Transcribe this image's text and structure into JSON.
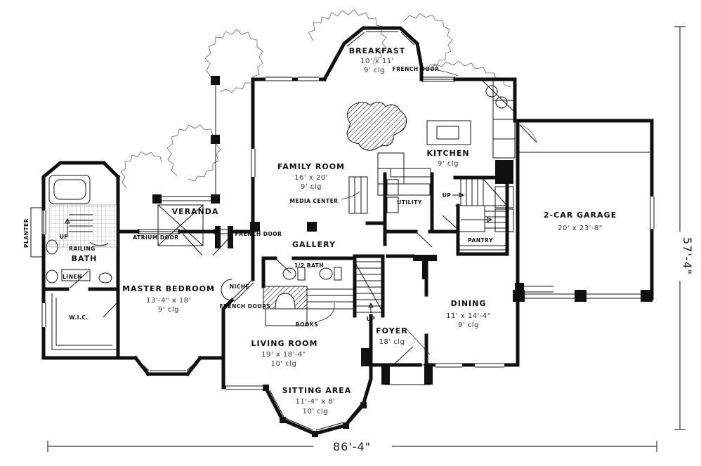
{
  "plan": {
    "rooms": {
      "breakfast": {
        "name": "BREAKFAST",
        "size": "10' x 11'",
        "clg": "9' clg"
      },
      "kitchen": {
        "name": "KITCHEN",
        "clg": "9' clg"
      },
      "family_room": {
        "name": "FAMILY ROOM",
        "size": "16' x 20'",
        "clg": "9' clg"
      },
      "garage": {
        "name": "2-CAR GARAGE",
        "size": "20' x 23'-8\""
      },
      "veranda": {
        "name": "VERANDA"
      },
      "gallery": {
        "name": "GALLERY"
      },
      "utility": {
        "name": "UTILITY"
      },
      "pantry": {
        "name": "PANTRY"
      },
      "bath": {
        "name": "BATH"
      },
      "half_bath": {
        "name": "1/2 BATH"
      },
      "master_bedroom": {
        "name": "MASTER BEDROOM",
        "size": "13'-4\" x 18'",
        "clg": "9' clg"
      },
      "wic": {
        "name": "W.I.C."
      },
      "dining": {
        "name": "DINING",
        "size": "11' x 14'-4\"",
        "clg": "9' clg"
      },
      "foyer": {
        "name": "FOYER",
        "clg": "18' clg"
      },
      "living_room": {
        "name": "LIVING ROOM",
        "size": "19' x 18'-4\"",
        "clg": "10' clg"
      },
      "sitting_area": {
        "name": "SITTING AREA",
        "size": "11'-4\" x 8'",
        "clg": "10' clg"
      }
    },
    "labels": {
      "french_door": "FRENCH DOOR",
      "french_doors": "FRENCH DOORS",
      "atrium_door": "ATRIUM DOOR",
      "media_center": "MEDIA CENTER",
      "niche": "NICHE",
      "books": "BOOKS",
      "planter": "PLANTER",
      "railing": "RAILING",
      "linen": "LINEN",
      "up": "UP"
    },
    "dimensions": {
      "width": "86'-4\"",
      "depth": "57'-4\""
    },
    "ink_color": "#101010"
  }
}
